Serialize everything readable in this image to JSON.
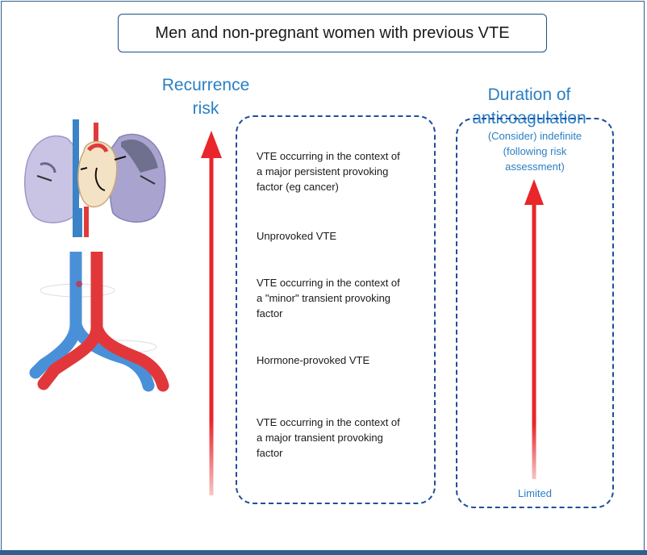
{
  "title": "Men and non-pregnant women with previous VTE",
  "left_heading": {
    "line1": "Recurrence",
    "line2": "risk"
  },
  "right_heading": {
    "line1": "Duration of",
    "line2": "anticoagulation"
  },
  "categories": [
    {
      "lines": [
        "VTE occurring in the context of",
        "a major persistent provoking",
        "factor (eg cancer)"
      ]
    },
    {
      "lines": [
        "Unprovoked VTE"
      ]
    },
    {
      "lines": [
        "VTE occurring in the context of",
        "a \"minor\" transient provoking",
        "factor"
      ]
    },
    {
      "lines": [
        "Hormone-provoked VTE"
      ]
    },
    {
      "lines": [
        "VTE occurring in the context of",
        "a major transient provoking",
        "factor"
      ]
    }
  ],
  "duration_top": {
    "line1": "(Consider) indefinite",
    "line2": "(following risk",
    "line3": "assessment)"
  },
  "duration_bottom": "Limited",
  "colors": {
    "arrow": "#e8262b",
    "heading": "#2a7fc4",
    "box_border": "#1e4f9a"
  }
}
